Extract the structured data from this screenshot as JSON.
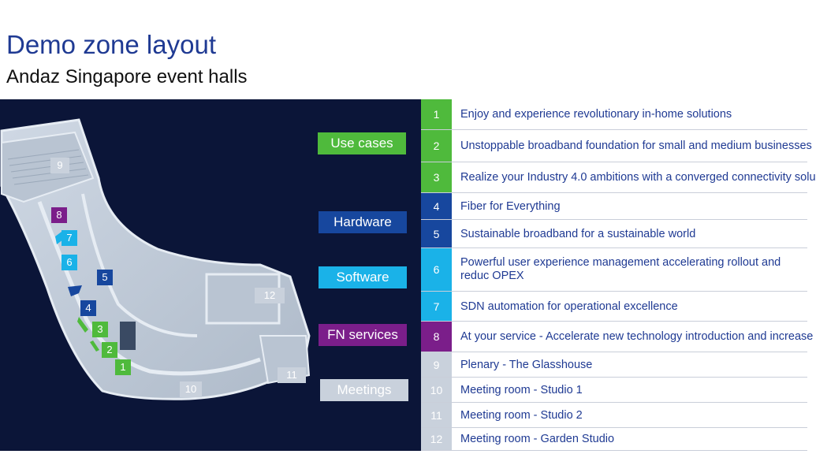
{
  "header": {
    "title": "Demo zone layout",
    "subtitle": "Andaz Singapore event halls"
  },
  "colors": {
    "use_cases": "#4fba3c",
    "hardware": "#17479e",
    "software": "#1ab2e8",
    "fn_services": "#7b1e8a",
    "meetings": "#c9d1dc",
    "map_background": "#0b1538",
    "text_blue": "#1f3a93"
  },
  "legend": {
    "use_cases": "Use cases",
    "hardware": "Hardware",
    "software": "Software",
    "fn_services": "FN services",
    "meetings": "Meetings"
  },
  "map_markers": [
    "1",
    "2",
    "3",
    "4",
    "5",
    "6",
    "7",
    "8",
    "9",
    "10",
    "11",
    "12"
  ],
  "zones": [
    {
      "num": "1",
      "text": "Enjoy and experience revolutionary in-home solutions",
      "category": "use_cases"
    },
    {
      "num": "2",
      "text": "Unstoppable broadband foundation for small and medium businesses",
      "category": "use_cases"
    },
    {
      "num": "3",
      "text": "Realize your Industry 4.0 ambitions with a converged connectivity solu",
      "category": "use_cases"
    },
    {
      "num": "4",
      "text": "Fiber for Everything",
      "category": "hardware"
    },
    {
      "num": "5",
      "text": "Sustainable broadband for a sustainable world",
      "category": "hardware"
    },
    {
      "num": "6",
      "text": "Powerful user experience management accelerating rollout and reduc OPEX",
      "category": "software"
    },
    {
      "num": "7",
      "text": "SDN automation for operational excellence",
      "category": "software"
    },
    {
      "num": "8",
      "text": "At your service - Accelerate new technology introduction and increase",
      "category": "fn_services"
    },
    {
      "num": "9",
      "text": "Plenary - The Glasshouse",
      "category": "meetings"
    },
    {
      "num": "10",
      "text": "Meeting room - Studio 1",
      "category": "meetings"
    },
    {
      "num": "11",
      "text": "Meeting room - Studio 2",
      "category": "meetings"
    },
    {
      "num": "12",
      "text": "Meeting room - Garden Studio",
      "category": "meetings"
    }
  ]
}
